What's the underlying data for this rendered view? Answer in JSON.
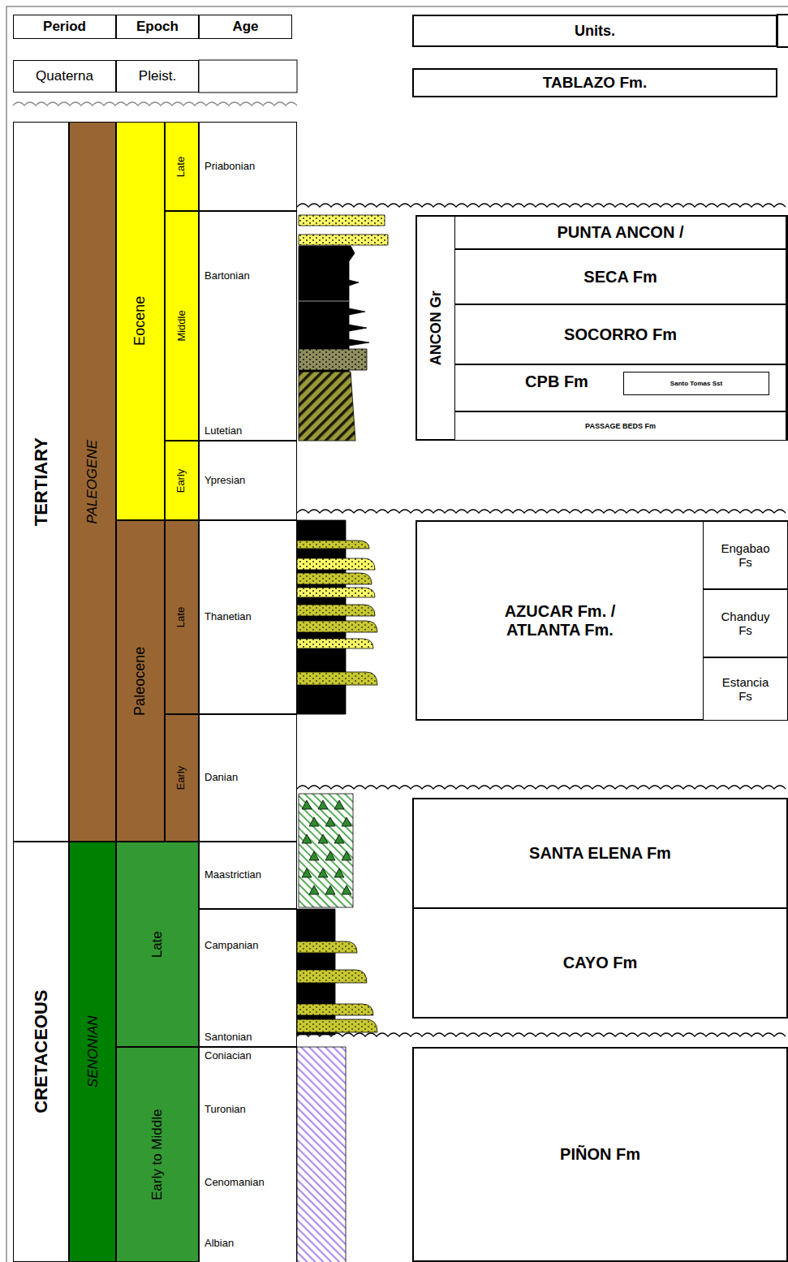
{
  "diagram": {
    "nodes": [
      {
        "text": [
          "Period"
        ]
      },
      {
        "text": [
          "Epoch"
        ]
      },
      {
        "text": [
          "Age"
        ]
      },
      {
        "text": [
          "Units."
        ]
      },
      {
        "text": [
          "Quaterna"
        ]
      },
      {
        "text": [
          "Pleist."
        ]
      },
      {
        "text": [
          "TABLAZO Fm."
        ]
      },
      {
        "text": [
          "TERTIARY"
        ]
      },
      {
        "text": [
          "PALEOGENE"
        ]
      },
      {
        "text": [
          "Eocene"
        ]
      },
      {
        "text": [
          "Late"
        ]
      },
      {
        "text": [
          "Middle"
        ]
      },
      {
        "text": [
          "Early"
        ]
      },
      {
        "text": [
          "Paleocene"
        ]
      },
      {
        "text": [
          "Late"
        ]
      },
      {
        "text": [
          "Early"
        ]
      },
      {
        "text": [
          "Priabonian"
        ]
      },
      {
        "text": [
          "Bartonian"
        ]
      },
      {
        "text": [
          "Lutetian"
        ]
      },
      {
        "text": [
          "Ypresian"
        ]
      },
      {
        "text": [
          "Thanetian"
        ]
      },
      {
        "text": [
          "Danian"
        ]
      },
      {
        "text": [
          "CRETACEOUS"
        ]
      },
      {
        "text": [
          "SENONIAN"
        ]
      },
      {
        "text": [
          "Late"
        ]
      },
      {
        "text": [
          "Early to Middle"
        ]
      },
      {
        "text": [
          "Maastrictian"
        ]
      },
      {
        "text": [
          "Campanian"
        ]
      },
      {
        "text": [
          "Santonian"
        ]
      },
      {
        "text": [
          "Coniacian"
        ]
      },
      {
        "text": [
          "Turonian"
        ]
      },
      {
        "text": [
          "Cenomanian"
        ]
      },
      {
        "text": [
          "Albian"
        ]
      },
      {
        "text": [
          "ANCON Gr"
        ]
      },
      {
        "text": [
          "PUNTA ANCON /"
        ],
        "in": 33
      },
      {
        "text": [
          "SECA Fm"
        ],
        "in": 33
      },
      {
        "text": [
          "SOCORRO Fm"
        ],
        "in": 33
      },
      {
        "text": [
          "CPB Fm"
        ],
        "in": 33
      },
      {
        "text": [
          "Santo Tomas Sst"
        ],
        "in": 37
      },
      {
        "text": [
          "PASSAGE BEDS Fm"
        ],
        "in": 33
      },
      {
        "text": [
          "AZUCAR Fm. / ATLANTA Fm."
        ]
      },
      {
        "text": [
          "Engabao Fs"
        ],
        "in": 40
      },
      {
        "text": [
          "Chanduy Fs"
        ],
        "in": 40
      },
      {
        "text": [
          "Estancia Fs"
        ],
        "in": 40
      },
      {
        "text": [
          "SANTA ELENA Fm"
        ]
      },
      {
        "text": [
          "CAYO Fm"
        ]
      },
      {
        "text": [
          "PIÑON Fm"
        ]
      }
    ]
  }
}
